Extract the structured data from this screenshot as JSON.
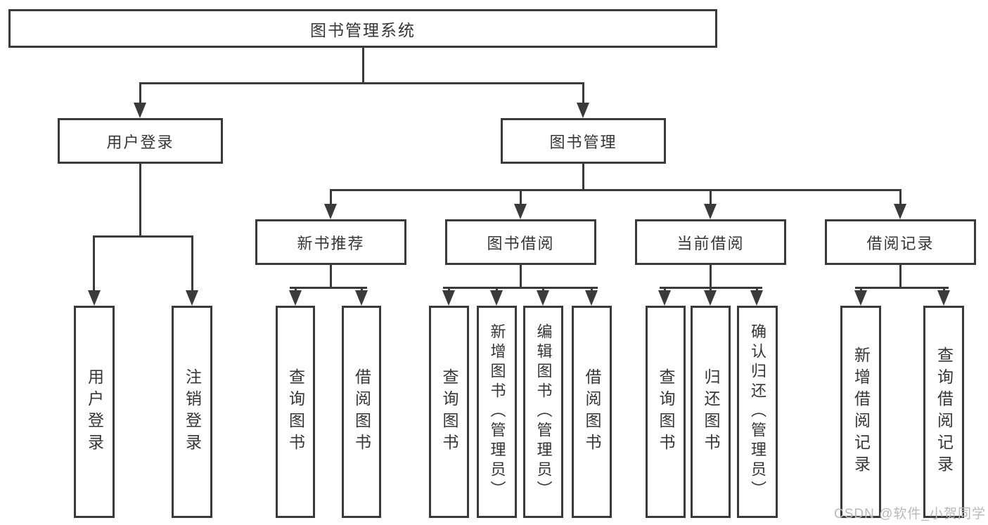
{
  "diagram_type": "functional-structure-tree",
  "tree": {
    "label": "图书管理系统",
    "children": [
      {
        "label": "用户登录",
        "children": [
          {
            "label": "用户登录"
          },
          {
            "label": "注销登录"
          }
        ]
      },
      {
        "label": "图书管理",
        "children": [
          {
            "label": "新书推荐",
            "children": [
              {
                "label": "查询图书"
              },
              {
                "label": "借阅图书"
              }
            ]
          },
          {
            "label": "图书借阅",
            "children": [
              {
                "label": "查询图书"
              },
              {
                "label": "新增图书（管理员）"
              },
              {
                "label": "编辑图书（管理员）"
              },
              {
                "label": "借阅图书"
              }
            ]
          },
          {
            "label": "当前借阅",
            "children": [
              {
                "label": "查询图书"
              },
              {
                "label": "归还图书"
              },
              {
                "label": "确认归还（管理员）"
              }
            ]
          },
          {
            "label": "借阅记录",
            "children": [
              {
                "label": "新增借阅记录"
              },
              {
                "label": "查询借阅记录"
              }
            ]
          }
        ]
      }
    ]
  },
  "watermark": {
    "text": "CSDN @软件_小贺同学"
  },
  "colors": {
    "line": "#3a3a3a",
    "text": "#363636",
    "watermark": "#b9b9b9",
    "background": "#ffffff"
  }
}
